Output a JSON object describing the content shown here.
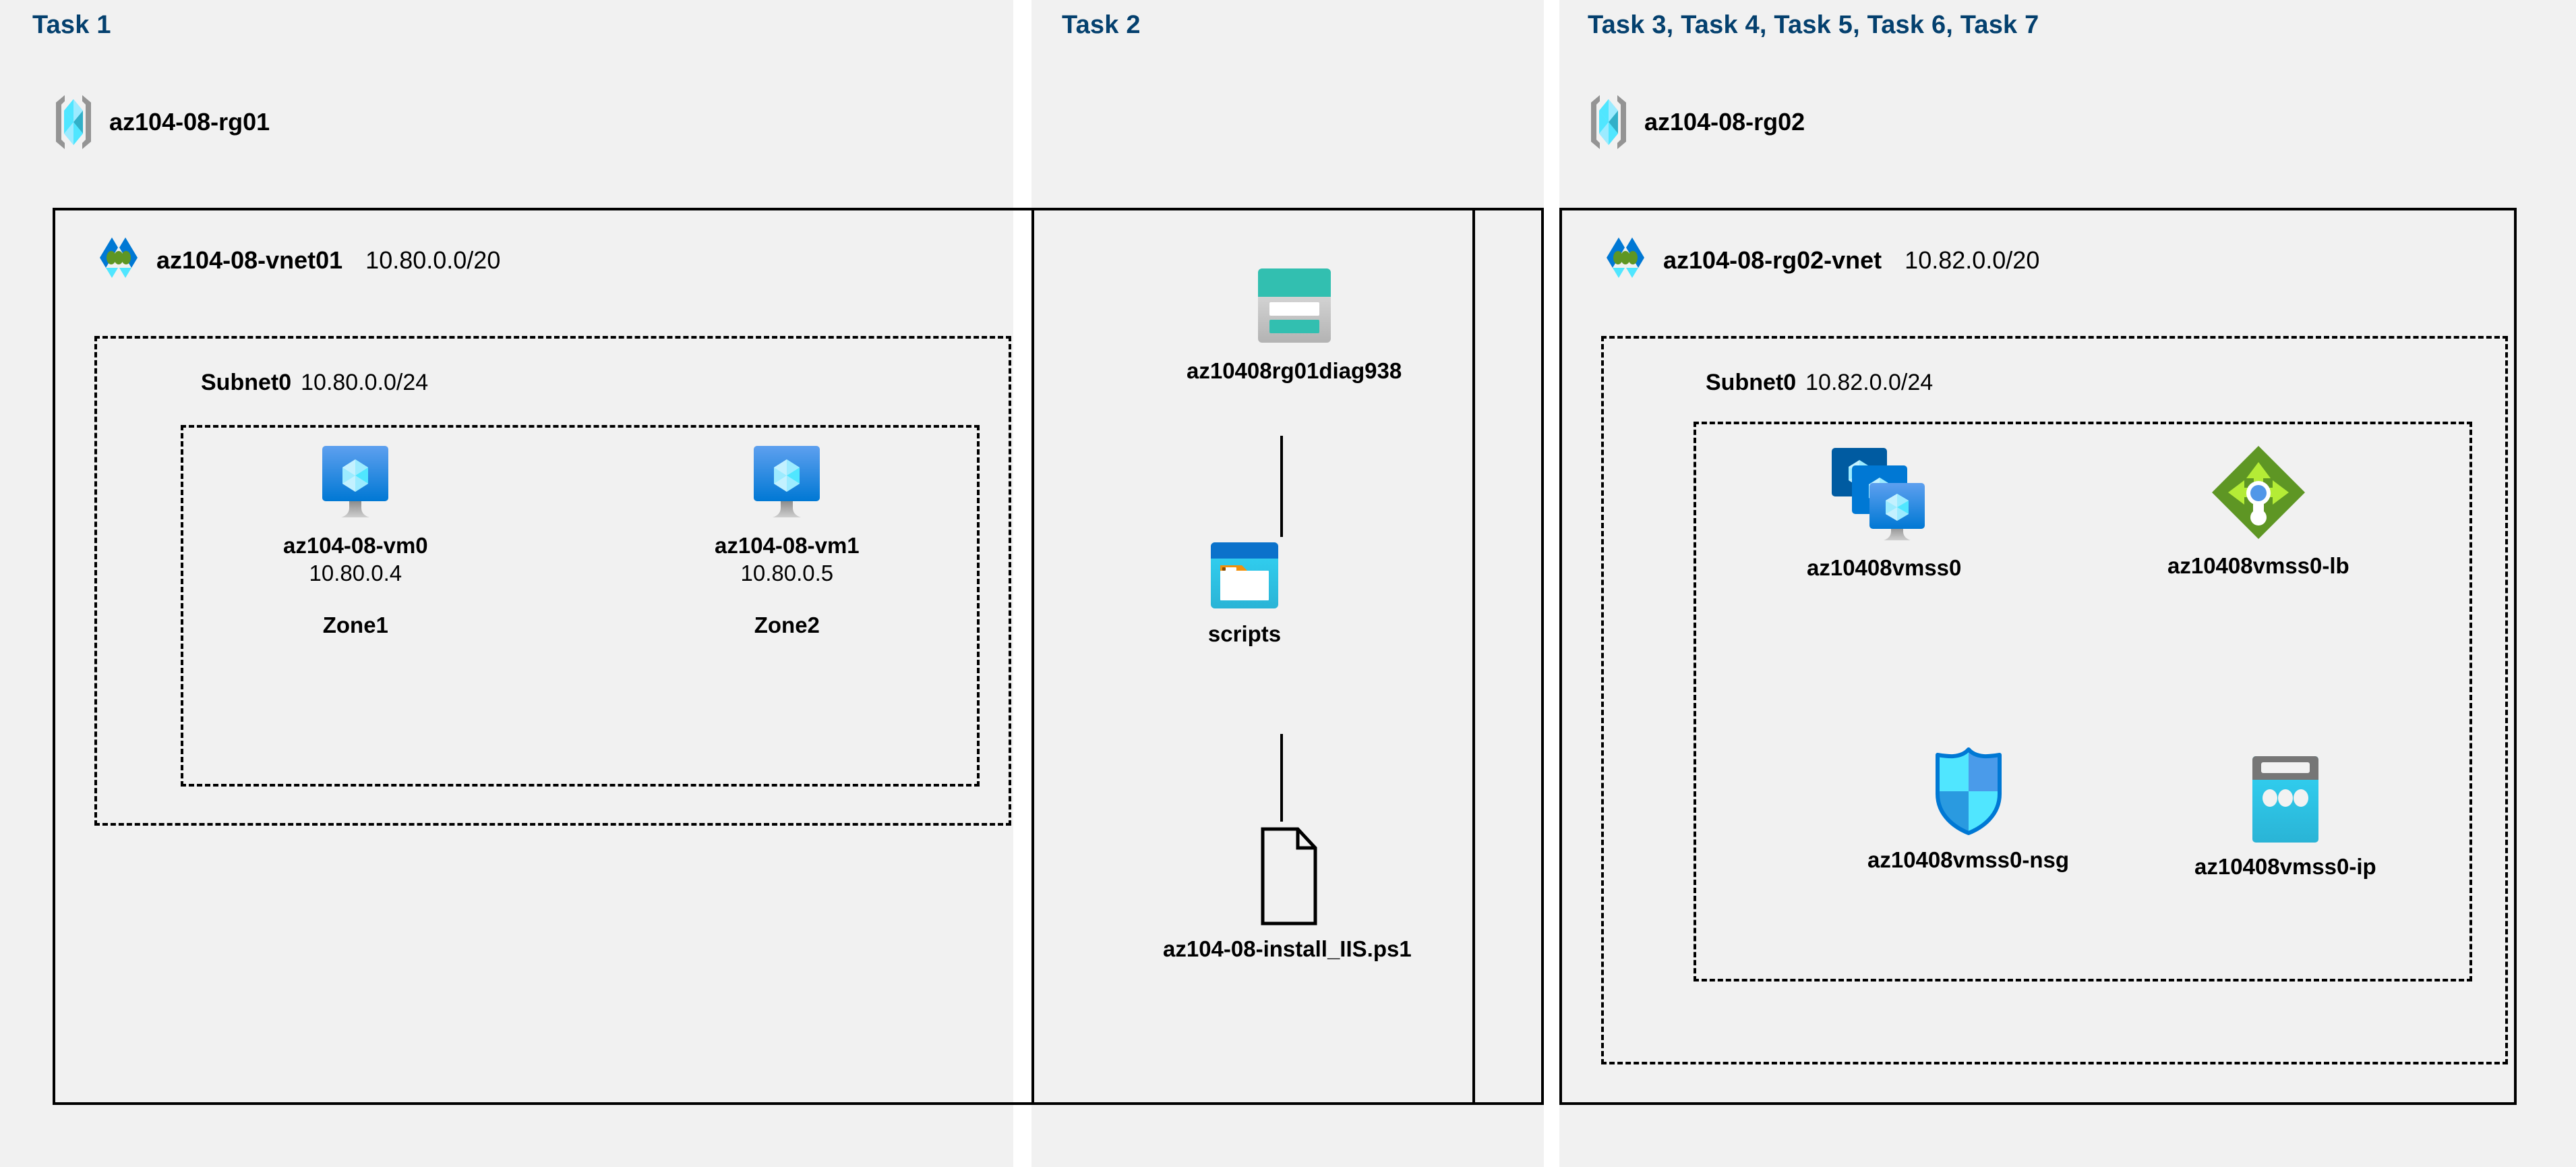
{
  "tasks": {
    "task1_label": "Task 1",
    "task2_label": "Task 2",
    "task3_label": "Task 3, Task 4, Task 5, Task 6, Task 7"
  },
  "resource_groups": [
    {
      "name": "az104-08-rg01",
      "icon": "resource-group-icon"
    },
    {
      "name": "az104-08-rg02",
      "icon": "resource-group-icon"
    }
  ],
  "vnets": [
    {
      "name": "az104-08-vnet01",
      "cidr": "10.80.0.0/20",
      "icon": "virtual-network-icon"
    },
    {
      "name": "az104-08-rg02-vnet",
      "cidr": "10.82.0.0/20",
      "icon": "virtual-network-icon"
    }
  ],
  "subnets": [
    {
      "name": "Subnet0",
      "cidr": "10.80.0.0/24"
    },
    {
      "name": "Subnet0",
      "cidr": "10.82.0.0/24"
    }
  ],
  "vms": [
    {
      "name": "az104-08-vm0",
      "ip": "10.80.0.4",
      "zone": "Zone1",
      "icon": "virtual-machine-icon"
    },
    {
      "name": "az104-08-vm1",
      "ip": "10.80.0.5",
      "zone": "Zone2",
      "icon": "virtual-machine-icon"
    }
  ],
  "storage": {
    "account": {
      "name": "az10408rg01diag938",
      "icon": "storage-account-icon"
    },
    "container": {
      "name": "scripts",
      "icon": "blob-container-icon"
    },
    "file": {
      "name": "az104-08-install_IIS.ps1",
      "icon": "file-icon"
    }
  },
  "scale_set_resources": [
    {
      "name": "az10408vmss0",
      "icon": "vm-scale-set-icon"
    },
    {
      "name": "az10408vmss0-lb",
      "icon": "load-balancer-icon"
    },
    {
      "name": "az10408vmss0-nsg",
      "icon": "network-security-group-icon"
    },
    {
      "name": "az10408vmss0-ip",
      "icon": "public-ip-address-icon"
    }
  ],
  "colors": {
    "panel_background": "#f1f1f1",
    "task_label": "#04406e",
    "border": "#000000",
    "azure_blue": "#0078d4",
    "azure_cyan": "#32d4f5",
    "storage_teal": "#32bfb0",
    "lb_green": "#5e9624",
    "gray": "#9a9a9a"
  }
}
